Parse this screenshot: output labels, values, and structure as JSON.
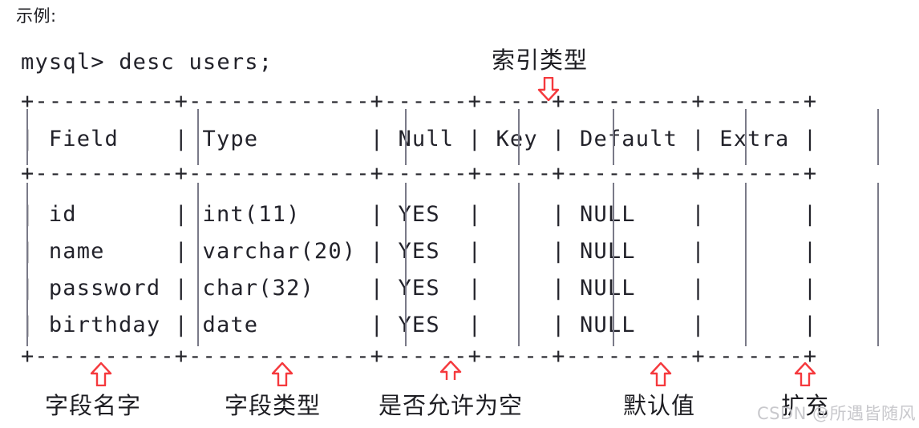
{
  "intro": {
    "example_label": "示例:",
    "prompt": "mysql> desc users;"
  },
  "table": {
    "rule": "+----------+-------------+------+-----+---------+-------+",
    "header_line": "| Field    | Type        | Null | Key | Default | Extra |",
    "columns": [
      "Field",
      "Type",
      "Null",
      "Key",
      "Default",
      "Extra"
    ],
    "rows": [
      {
        "line": "| id       | int(11)     | YES  |     | NULL    |       |",
        "Field": "id",
        "Type": "int(11)",
        "Null": "YES",
        "Key": "",
        "Default": "NULL",
        "Extra": ""
      },
      {
        "line": "| name     | varchar(20) | YES  |     | NULL    |       |",
        "Field": "name",
        "Type": "varchar(20)",
        "Null": "YES",
        "Key": "",
        "Default": "NULL",
        "Extra": ""
      },
      {
        "line": "| password | char(32)    | YES  |     | NULL    |       |",
        "Field": "password",
        "Type": "char(32)",
        "Null": "YES",
        "Key": "",
        "Default": "NULL",
        "Extra": ""
      },
      {
        "line": "| birthday | date        | YES  |     | NULL    |       |",
        "Field": "birthday",
        "Type": "date",
        "Null": "YES",
        "Key": "",
        "Default": "NULL",
        "Extra": ""
      }
    ]
  },
  "annotations": {
    "accent_color": "#f5393d",
    "top": [
      {
        "label": "索引类型",
        "arrow": "arrow-down-icon",
        "target_column": "Key"
      }
    ],
    "bottom": [
      {
        "label": "字段名字",
        "arrow": "arrow-up-icon",
        "target_column": "Field"
      },
      {
        "label": "字段类型",
        "arrow": "arrow-up-icon",
        "target_column": "Type"
      },
      {
        "label": "是否允许为空",
        "arrow": "arrow-up-icon",
        "target_column": "Null"
      },
      {
        "label": "默认值",
        "arrow": "arrow-up-icon",
        "target_column": "Default"
      },
      {
        "label": "扩充",
        "arrow": "arrow-up-icon",
        "target_column": "Extra"
      }
    ]
  },
  "watermark": {
    "text": "CSDN @所遇皆随风"
  }
}
